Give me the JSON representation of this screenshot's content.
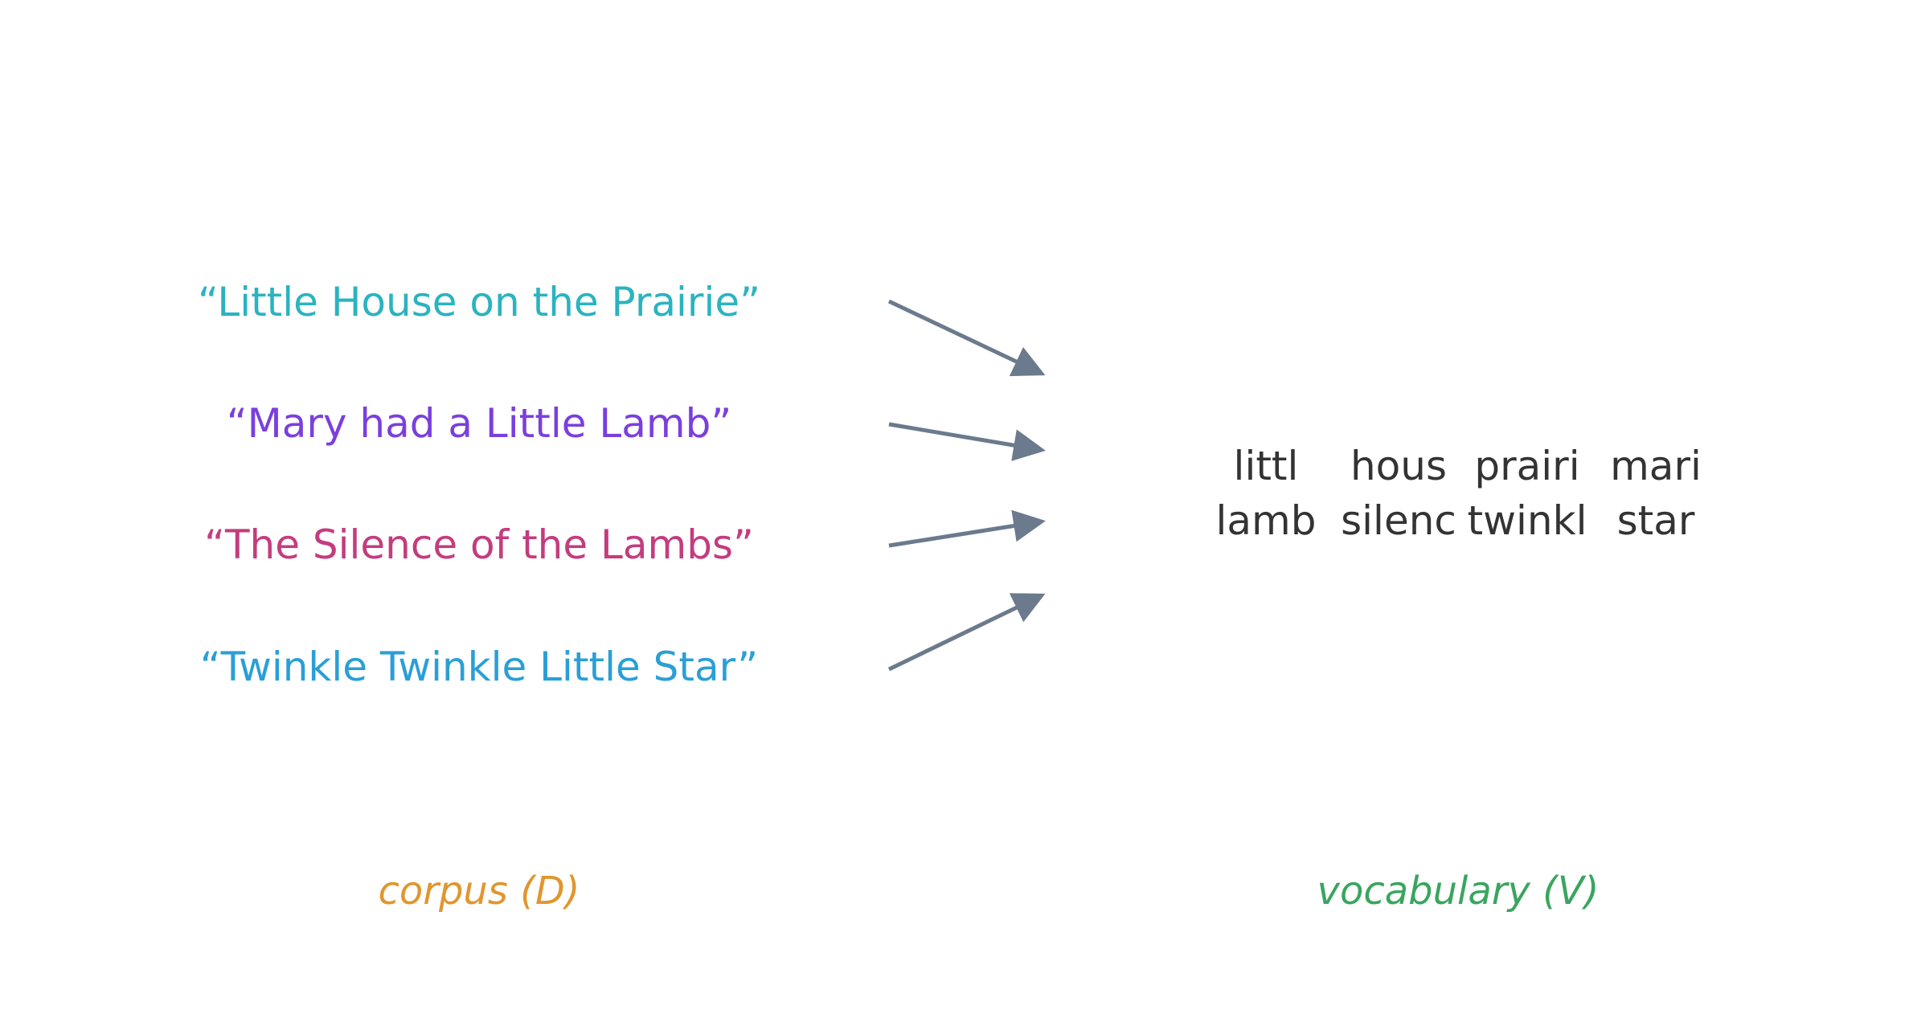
{
  "documents": [
    {
      "text": "“Little House on the Prairie”",
      "color": "#2bb3c0"
    },
    {
      "text": "“Mary had a Little Lamb”",
      "color": "#7b3fdd"
    },
    {
      "text": "“The Silence of the Lambs”",
      "color": "#c43c7e"
    },
    {
      "text": "“Twinkle Twinkle Little Star”",
      "color": "#2a9fd6"
    }
  ],
  "vocabulary": {
    "terms": [
      "littl",
      "hous",
      "prairi",
      "mari",
      "lamb",
      "silenc",
      "twinkl",
      "star"
    ]
  },
  "labels": {
    "corpus": "corpus (D)",
    "vocabulary": "vocabulary (V)"
  },
  "colors": {
    "corpus_label": "#e0962f",
    "vocabulary_label": "#3aa55f",
    "arrow": "#6b7a8c",
    "term_text": "#333333"
  }
}
